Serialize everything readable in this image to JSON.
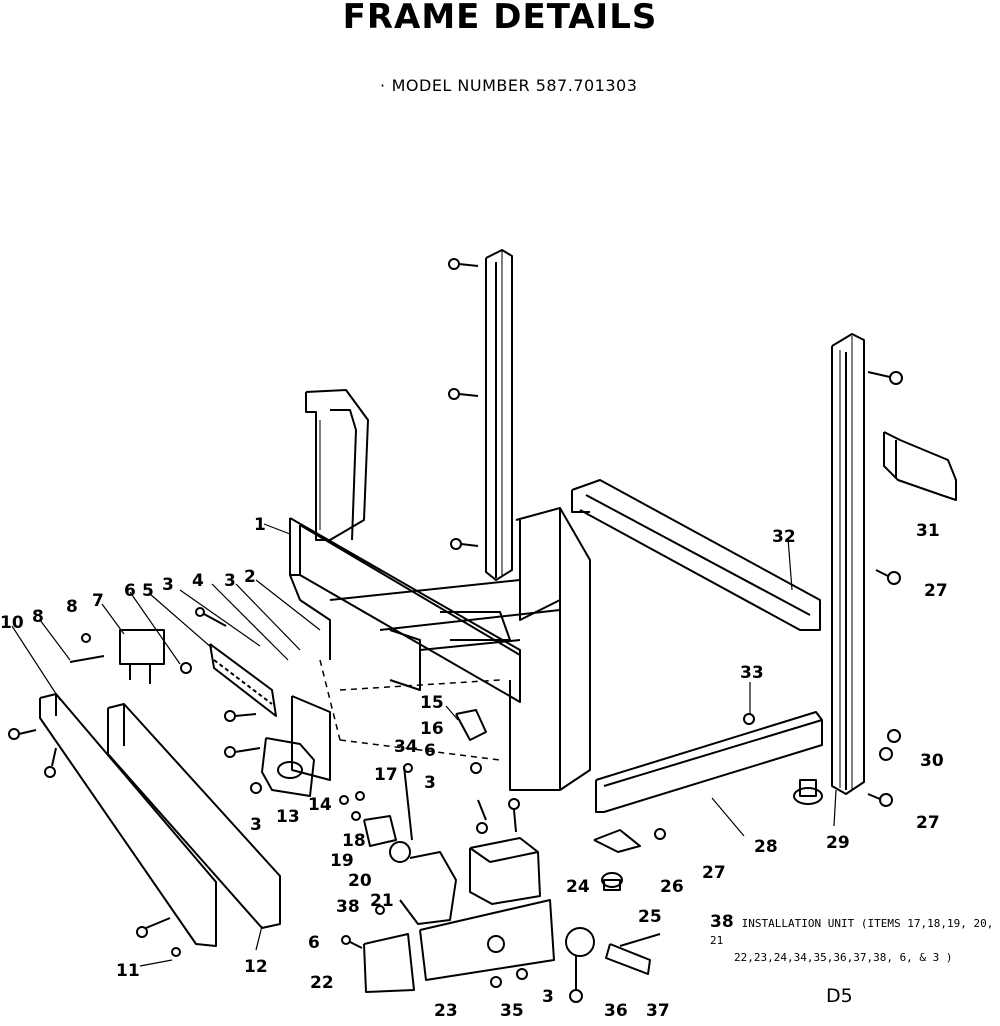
{
  "title": "FRAME DETAILS",
  "subtitle": "MODEL NUMBER 587.701303",
  "note": {
    "number": "38",
    "line1": "INSTALLATION UNIT (ITEMS 17,18,19, 20, 21",
    "line2": "22,23,24,34,35,36,37,38, 6, & 3 )"
  },
  "diagram_code": "D5",
  "callouts": [
    {
      "label": "1"
    },
    {
      "label": "2"
    },
    {
      "label": "3"
    },
    {
      "label": "4"
    },
    {
      "label": "3"
    },
    {
      "label": "5"
    },
    {
      "label": "6"
    },
    {
      "label": "7"
    },
    {
      "label": "8"
    },
    {
      "label": "8"
    },
    {
      "label": "10"
    },
    {
      "label": "11"
    },
    {
      "label": "12"
    },
    {
      "label": "13"
    },
    {
      "label": "14"
    },
    {
      "label": "3"
    },
    {
      "label": "15"
    },
    {
      "label": "16"
    },
    {
      "label": "6"
    },
    {
      "label": "34"
    },
    {
      "label": "3"
    },
    {
      "label": "17"
    },
    {
      "label": "18"
    },
    {
      "label": "19"
    },
    {
      "label": "20"
    },
    {
      "label": "38"
    },
    {
      "label": "21"
    },
    {
      "label": "6"
    },
    {
      "label": "22"
    },
    {
      "label": "23"
    },
    {
      "label": "35"
    },
    {
      "label": "3"
    },
    {
      "label": "36"
    },
    {
      "label": "37"
    },
    {
      "label": "24"
    },
    {
      "label": "25"
    },
    {
      "label": "26"
    },
    {
      "label": "27"
    },
    {
      "label": "28"
    },
    {
      "label": "29"
    },
    {
      "label": "27"
    },
    {
      "label": "30"
    },
    {
      "label": "33"
    },
    {
      "label": "32"
    },
    {
      "label": "27"
    },
    {
      "label": "31"
    }
  ]
}
